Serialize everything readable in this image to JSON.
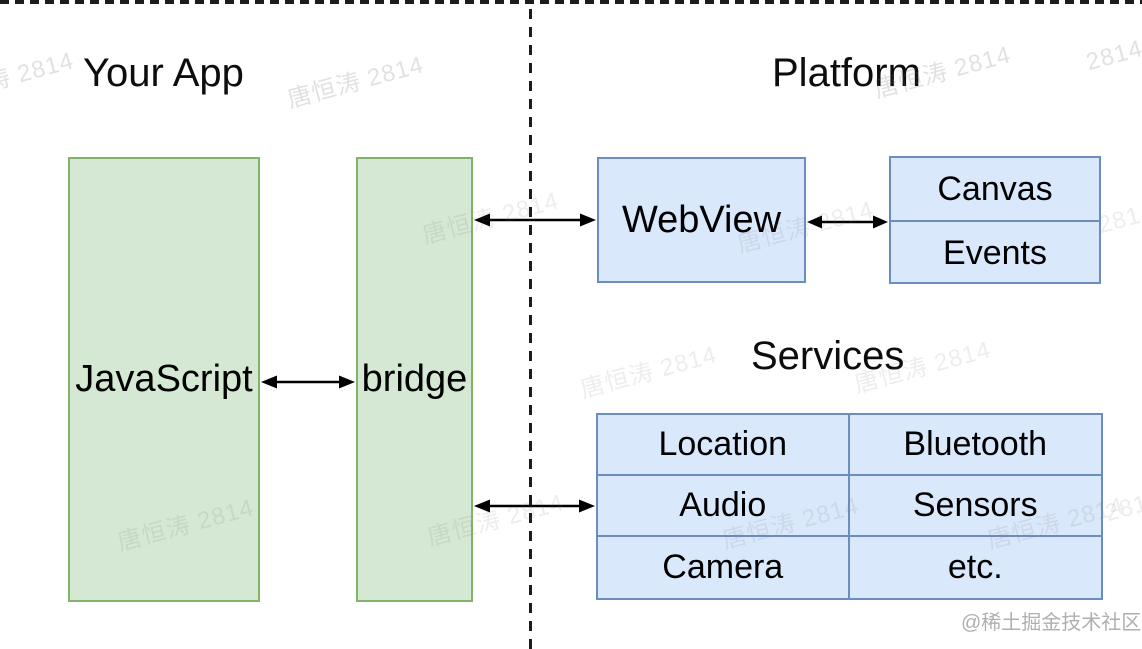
{
  "titles": {
    "your_app": "Your App",
    "platform": "Platform",
    "services": "Services"
  },
  "boxes": {
    "javascript": "JavaScript",
    "bridge": "bridge",
    "webview": "WebView",
    "canvas": "Canvas",
    "events": "Events"
  },
  "services": {
    "rows": [
      [
        "Location",
        "Bluetooth"
      ],
      [
        "Audio",
        "Sensors"
      ],
      [
        "Camera",
        "etc."
      ]
    ]
  },
  "connectors": [
    "javascript-bridge",
    "bridge-webview",
    "webview-canvas-events",
    "bridge-services"
  ],
  "watermarks": {
    "full": "唐恒涛 2814",
    "partial": "2814"
  },
  "credit": "@稀土掘金技术社区",
  "colors": {
    "green_box_fill": "#d5e8d4",
    "green_box_stroke": "#82b366",
    "blue_box_fill": "#dae8fc",
    "blue_box_stroke": "#6c8ebf",
    "line_black": "#1c1c1c",
    "watermark_gray": "#6f6f6f",
    "credit_gray": "#afafaf",
    "background": "#ffffff"
  }
}
